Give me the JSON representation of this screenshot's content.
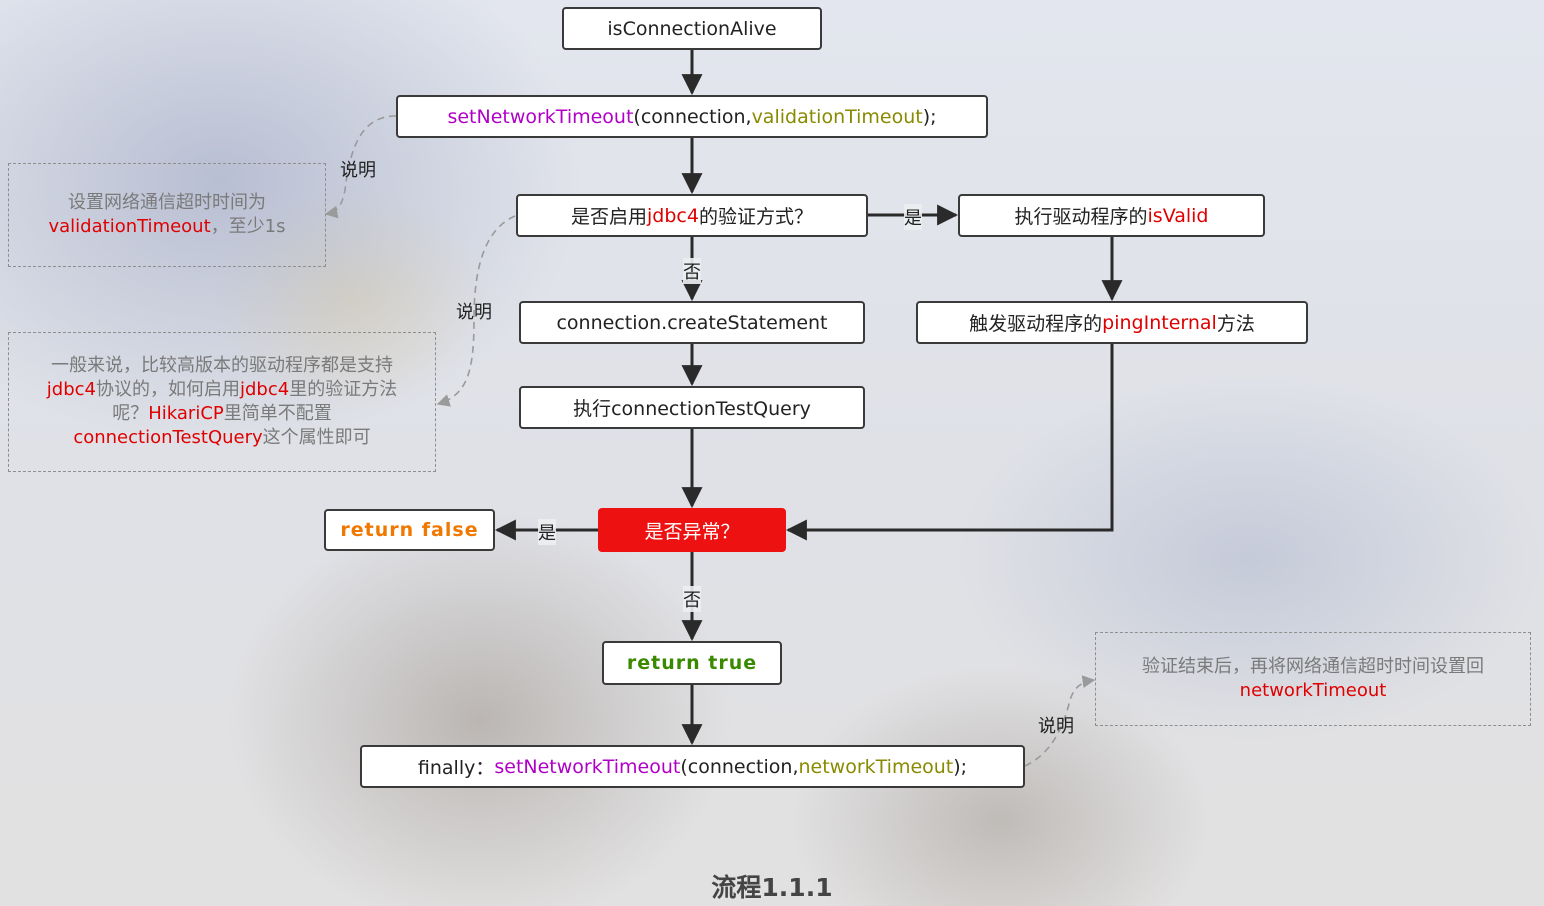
{
  "nodes": {
    "start": "isConnectionAlive",
    "set_timeout": {
      "method": "setNetworkTimeout",
      "args_open": "(connection, ",
      "arg": "validationTimeout",
      "args_close": ");"
    },
    "jdbc4_check": {
      "pre": "是否启用",
      "key": "jdbc4",
      "post": "的验证方式？"
    },
    "driver_isvalid": {
      "pre": "执行驱动程序的",
      "key": "isValid"
    },
    "ping_internal": {
      "pre": "触发驱动程序的",
      "key": "pingInternal",
      "post": "方法"
    },
    "create_statement": "connection.createStatement",
    "exec_query": "执行connectionTestQuery",
    "exception_check": "是否异常？",
    "return_false": "return false",
    "return_true": "return true",
    "finally": {
      "prefix": "finally：",
      "method": "setNetworkTimeout",
      "args_open": "(connection, ",
      "arg": "networkTimeout",
      "args_close": ");"
    }
  },
  "edge_labels": {
    "yes_1": "是",
    "no_1": "否",
    "yes_2": "是",
    "no_2": "否"
  },
  "notes": {
    "note1": {
      "label": "说明",
      "line1": "设置网络通信超时时间为",
      "key": "validationTimeout",
      "tail": "，至少1s"
    },
    "note2": {
      "label": "说明",
      "t1": "一般来说，比较高版本的驱动程序都是支持",
      "k1": "jdbc4",
      "t2": "协议的，如何启用",
      "k2": "jdbc4",
      "t3": "里的验证方法",
      "t4": "呢？",
      "k3": "HikariCP",
      "t5": "里简单不配置",
      "k4": "connectionTestQuery",
      "t6": "这个属性即可"
    },
    "note3": {
      "label": "说明",
      "line1": "验证结束后，再将网络通信超时时间设置回",
      "key": "networkTimeout"
    }
  },
  "caption": "流程1.1.1",
  "colors": {
    "method": "#b000c8",
    "argument": "#8a8a00",
    "keyword": "#e00000",
    "return_false": "#f07800",
    "return_true": "#3a8a00",
    "exception_box": "#ee1111"
  }
}
